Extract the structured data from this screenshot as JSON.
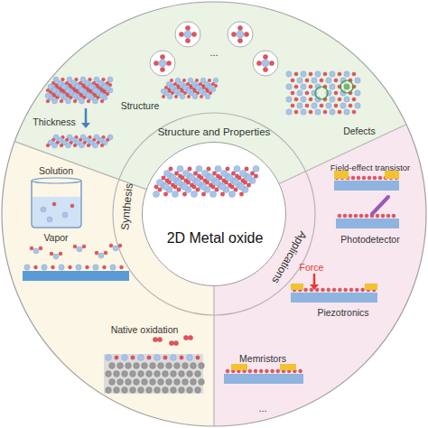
{
  "diagram": {
    "nodes": [
      {
        "text": [
          "2D Metal oxide"
        ]
      },
      {
        "text": [
          "Structure and Properties",
          "Thickness",
          "Structure",
          "...",
          "Defects"
        ]
      },
      {
        "text": [
          "Applications",
          "Field-effect transistor",
          "Photodetector",
          "Force",
          "Piezotronics",
          "Memristors",
          "..."
        ]
      },
      {
        "text": [
          "Synthesis",
          "Solution",
          "Vapor",
          "Native oxidation"
        ]
      }
    ]
  }
}
